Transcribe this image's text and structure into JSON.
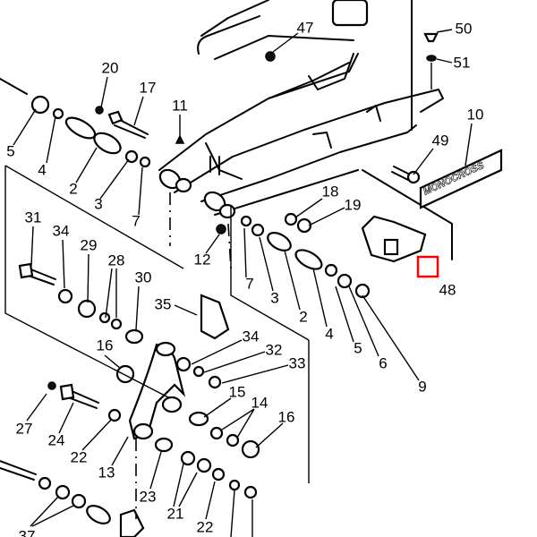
{
  "diagram": {
    "callouts": [
      "47",
      "50",
      "51",
      "20",
      "17",
      "11",
      "10",
      "49",
      "5",
      "4",
      "2",
      "3",
      "7",
      "18",
      "19",
      "31",
      "34",
      "29",
      "28",
      "30",
      "12",
      "7",
      "3",
      "2",
      "4",
      "5",
      "6",
      "9",
      "48",
      "35",
      "34",
      "32",
      "33",
      "16",
      "15",
      "14",
      "16",
      "27",
      "24",
      "22",
      "13",
      "23",
      "21",
      "22",
      "37"
    ],
    "decal_text": "MONOCROSS",
    "highlight_color": "#ff0000"
  }
}
